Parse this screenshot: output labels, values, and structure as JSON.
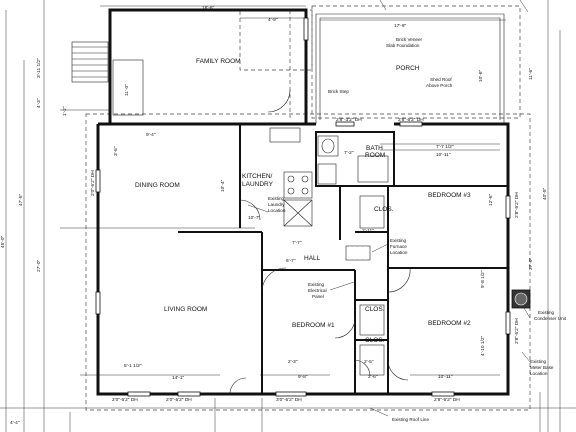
{
  "rooms": {
    "family_room": "FAMILY ROOM",
    "porch": "PORCH",
    "dining_room": "DINING ROOM",
    "kitchen_laundry_1": "KITCHEN/",
    "kitchen_laundry_2": "LAUNDRY",
    "bath_room_1": "BATH",
    "bath_room_2": "ROOM",
    "bedroom_3": "BEDROOM #3",
    "hall": "HALL",
    "living_room": "LIVING ROOM",
    "bedroom_1": "BEDROOM #1",
    "bedroom_2": "BEDROOM #2",
    "clos_a": "CLOS.",
    "clos_b": "CLOS.",
    "clos_c": "CLOS."
  },
  "notes": {
    "brick_veneer_1": "Brick Veneer",
    "brick_veneer_2": "Slab Foundation",
    "shed_roof_1": "Shed Roof",
    "shed_roof_2": "Above Porch",
    "brick_step": "Brick Step",
    "existing_laundry_1": "Existing",
    "existing_laundry_2": "Laundry",
    "existing_laundry_3": "Location",
    "existing_furnace_1": "Existing",
    "existing_furnace_2": "Furnace",
    "existing_furnace_3": "Location",
    "existing_electrical_1": "Existing",
    "existing_electrical_2": "Electrical",
    "existing_electrical_3": "Panel",
    "existing_condenser_1": "Existing",
    "existing_condenser_2": "Condenser Unit",
    "existing_meter_1": "Existing",
    "existing_meter_2": "Meter Base",
    "existing_meter_3": "Location",
    "existing_roof_line": "Existing Roof Line"
  },
  "dimensions": {
    "d_18_6": "18'-6\"",
    "d_4_9": "4'-9\"",
    "d_17_9": "17'-9\"",
    "d_9_4": "9'-4\"",
    "d_28_32dh_a": "2'8\"-3'2\" DH",
    "d_28_52dh_b": "2'8\"-5'2\" DH",
    "d_7_2": "7'-2\"",
    "d_7_7_12": "7'-7 1/2\"",
    "d_10_11_top": "10'-11\"",
    "d_10_7": "10'-7\"",
    "d_7_7": "7'-7\"",
    "d_6_7": "6'-7\"",
    "d_2_11": "2'-11\"",
    "d_27_0_left": "27'-0\"",
    "d_45_0": "45'-0\"",
    "d_47_5": "47'-5\"",
    "d_11_0": "11'-0\"",
    "d_10_6": "10'-6\"",
    "d_3_11_12": "3'-11 1/2\"",
    "d_4_3": "4'-3\"",
    "d_1_2": "1'-2\"",
    "d_3_6": "3'-6\"",
    "d_10_4": "10'-4\"",
    "d_12_6": "12'-6\"",
    "d_9_8_12": "9'-8 1/2\"",
    "d_4_10_12": "4'-10 1/2\"",
    "d_14_1": "14'-1\"",
    "d_9_8": "9'-8\"",
    "d_2_3": "2'-3\"",
    "d_2_5": "2'-5\"",
    "d_2_6": "2'-6\"",
    "d_10_11_bot": "10'-11\"",
    "d_5_1_12": "5'-1 1/2\"",
    "d_20_52dh_a": "2'0\"-5'2\" DH",
    "d_20_52dh_b": "2'0\"-5'2\" DH",
    "d_30_52dh": "3'0\"-5'2\" DH",
    "d_28_52dh_c": "2'8\"-5'2\" DH",
    "d_28_52dh_d": "2'8\"-5'2\" DH",
    "d_20_52dh_left": "2'0\"-5'2\" DH",
    "d_28_52dh_right": "2'8\"-5'2\" DH",
    "d_4_4": "4'-4\"",
    "d_27_0_right": "27'-0\"",
    "d_40_5": "40'-5\"",
    "d_11_6": "11'-6\""
  }
}
